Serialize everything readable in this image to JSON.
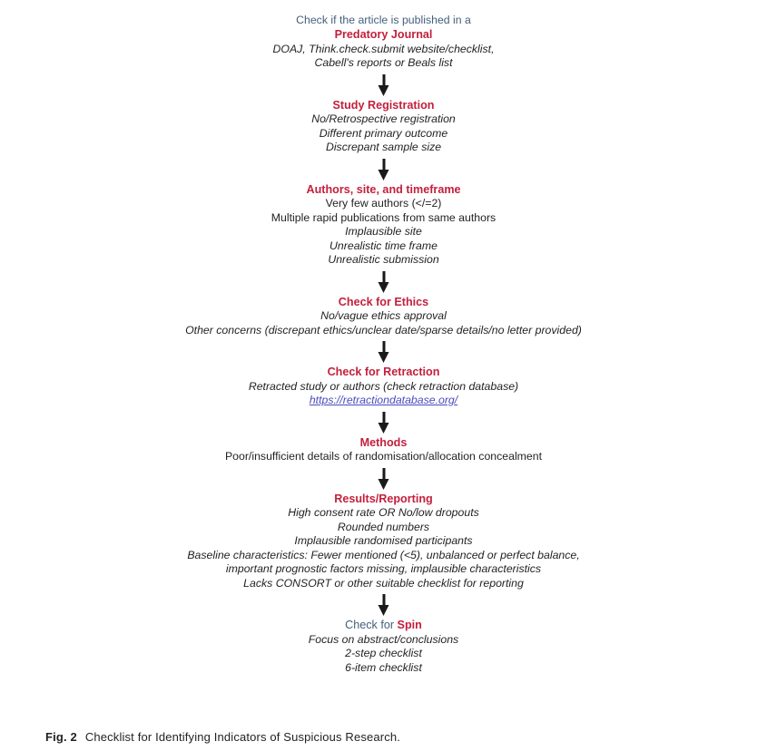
{
  "figure": {
    "caption_number": "Fig. 2",
    "caption_text": "Checklist for Identifying Indicators of Suspicious Research.",
    "colors": {
      "heading_red": "#C3203C",
      "slate_blue": "#44607C",
      "link_blue": "#4A4ABF",
      "body_text": "#221f1f",
      "arrow": "#1a1a1a",
      "background": "#ffffff"
    }
  },
  "steps": [
    {
      "intro": "Check if the article is published in a",
      "heading": "Predatory Journal",
      "items": [
        "DOAJ, Think.check.submit website/checklist,",
        "Cabell's reports or Beals list"
      ],
      "item_styles": [
        "italic",
        "italic"
      ]
    },
    {
      "heading": "Study Registration",
      "items": [
        "No/Retrospective registration",
        "Different primary outcome",
        "Discrepant sample size"
      ],
      "item_styles": [
        "italic",
        "italic",
        "italic"
      ]
    },
    {
      "heading": "Authors, site, and timeframe",
      "items": [
        "Very few authors (</=2)",
        "Multiple rapid publications from same authors",
        "Implausible site",
        "Unrealistic time frame",
        "Unrealistic submission"
      ],
      "item_styles": [
        "upright",
        "upright",
        "italic",
        "italic",
        "italic"
      ]
    },
    {
      "heading": "Check for Ethics",
      "items": [
        "No/vague ethics approval",
        "Other concerns (discrepant ethics/unclear date/sparse details/no letter provided)"
      ],
      "item_styles": [
        "italic",
        "italic"
      ]
    },
    {
      "heading": "Check for Retraction",
      "items": [
        "Retracted study or authors (check retraction database)"
      ],
      "item_styles": [
        "italic"
      ],
      "link": "https://retractiondatabase.org/"
    },
    {
      "heading": "Methods",
      "items": [
        "Poor/insufficient details of randomisation/allocation concealment"
      ],
      "item_styles": [
        "upright"
      ]
    },
    {
      "heading": "Results/Reporting",
      "items": [
        "High consent rate OR No/low dropouts",
        "Rounded numbers",
        "Implausible randomised participants",
        "Baseline characteristics: Fewer mentioned (<5), unbalanced or perfect balance,",
        "important prognostic factors missing, implausible characteristics",
        "Lacks CONSORT or other suitable checklist for reporting"
      ],
      "item_styles": [
        "italic",
        "italic",
        "italic",
        "italic",
        "italic",
        "italic"
      ]
    },
    {
      "heading_prefix": "Check for ",
      "heading": "Spin",
      "items": [
        "Focus on abstract/conclusions",
        "2-step checklist",
        "6-item checklist"
      ],
      "item_styles": [
        "italic",
        "italic",
        "italic"
      ]
    }
  ]
}
